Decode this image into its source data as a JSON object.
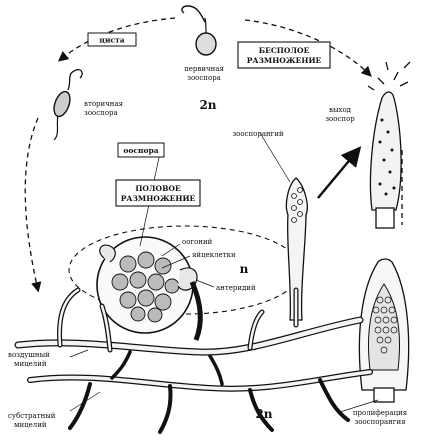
{
  "labels": {
    "cyst": "циста",
    "primary_zoospore": [
      "первичная",
      "зооспора"
    ],
    "asexual_reproduction": [
      "БЕСПОЛОЕ",
      "РАЗМНОЖЕНИЕ"
    ],
    "secondary_zoospore": [
      "вторичная",
      "зооспора"
    ],
    "zoospore_release": [
      "выход",
      "зооспор"
    ],
    "oospore": "ооспора",
    "zoosporangium": "зооспорангий",
    "sexual_reproduction": [
      "ПОЛОВОЕ",
      "РАЗМНОЖЕНИЕ"
    ],
    "oogonium": "оогоний",
    "egg_cells": "яйцеклетки",
    "antheridium": "антеридий",
    "aerial_mycelium": [
      "воздушный",
      "мицелий"
    ],
    "substrate_mycelium": [
      "субстратный",
      "мицелий"
    ],
    "proliferation": [
      "пролиферация",
      "зооспорангия"
    ],
    "ploidy_2n_top": "2n",
    "ploidy_n": "n",
    "ploidy_2n_bottom": "2n"
  }
}
